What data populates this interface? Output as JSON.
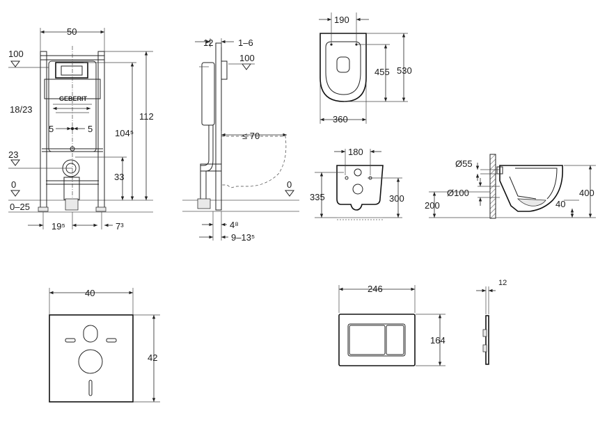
{
  "frame": {
    "width": "50",
    "level_top": "100",
    "height_total": "112",
    "height_mount": "104⁵",
    "actuator_spacing": "18/23",
    "offset_left": "5",
    "offset_right": "5",
    "level_drain": "23",
    "drain_height": "33",
    "level_zero": "0",
    "floor_range": "0–25",
    "foot_spacing": "19⁵",
    "foot_offset": "7³",
    "brand": "GEBERIT"
  },
  "side": {
    "depth_top": "12",
    "depth_range": "1–6",
    "level_top": "100",
    "bowl_reach": "≤ 70",
    "level_zero": "0",
    "bottom_depth": "4⁸",
    "bottom_range": "9–13⁵"
  },
  "bowl_top": {
    "seat_width": "190",
    "inner_length": "455",
    "outer_length": "530",
    "width": "360"
  },
  "bowl_front": {
    "bolt_spacing": "180",
    "height_outer": "335",
    "height_inner": "300"
  },
  "bowl_section": {
    "inlet_diameter": "Ø55",
    "outlet_diameter": "Ø100",
    "height_total": "400",
    "height_outlet": "200",
    "depth": "40"
  },
  "pad": {
    "width": "40",
    "height": "42"
  },
  "plate": {
    "width": "246",
    "height": "164",
    "thickness": "12"
  }
}
